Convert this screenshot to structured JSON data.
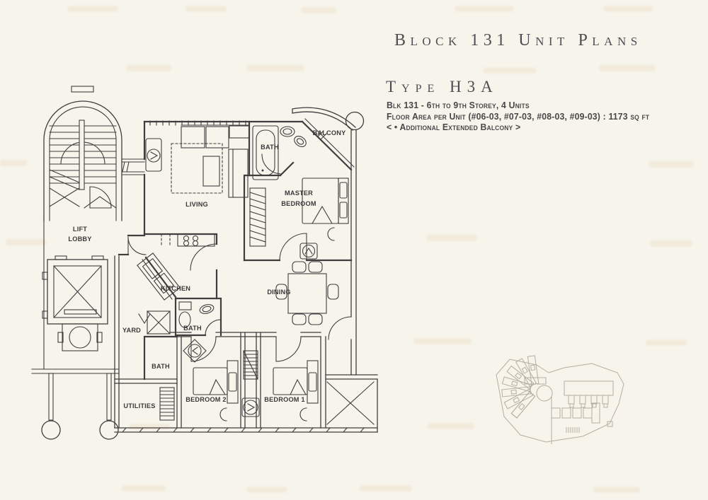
{
  "header": {
    "title": "Block 131 Unit Plans"
  },
  "unit_info": {
    "type_heading": "Type H3A",
    "block_storey": "Blk 131 - 6th to 9th Storey, 4 Units",
    "floor_area": "Floor Area per Unit (#06-03, #07-03, #08-03, #09-03) : 1173 sq ft",
    "balcony_note": "< • Additional Extended Balcony >"
  },
  "floor_plan": {
    "labels": {
      "lift_line1": "LIFT",
      "lift_line2": "LOBBY",
      "living": "LIVING",
      "bath_master": "BATH",
      "balcony": "BALCONY",
      "master_line1": "MASTER",
      "master_line2": "BEDROOM",
      "kitchen": "KITCHEN",
      "dining": "DINING",
      "yard": "YARD",
      "bath_common": "BATH",
      "bath_three": "BATH",
      "utilities": "UTILITIES",
      "bedroom2": "BEDROOM 2",
      "bedroom1": "BEDROOM 1"
    }
  },
  "colors": {
    "paper": "#f7f4ec",
    "plan_ink": "#3e3e3e",
    "title_ink": "#4d4e52",
    "site_map_ink": "#b6ae9f",
    "watermark": "#efe5cf"
  }
}
